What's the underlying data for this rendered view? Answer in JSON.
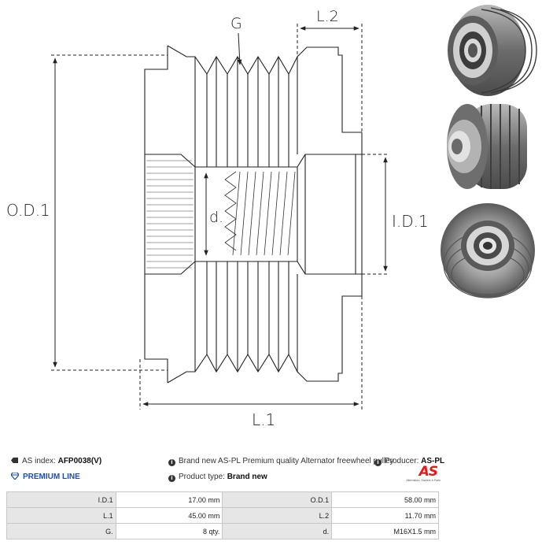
{
  "drawing": {
    "labels": {
      "g": "G",
      "l2": "L.2",
      "od1": "O.D.1",
      "id1": "I.D.1",
      "d": "d.",
      "l1": "L.1"
    }
  },
  "photos": {
    "count": 3,
    "views": [
      "front-view",
      "side-view",
      "back-view"
    ]
  },
  "info": {
    "as_index_label": "AS index:",
    "as_index_value": "AFP0038(V)",
    "premium_label": "PREMIUM LINE",
    "description": "Brand new AS-PL Premium quality Alternator freewheel pulley",
    "product_type_label": "Product type:",
    "product_type_value": "Brand new",
    "producer_label": "Producer:",
    "producer_value": "AS-PL",
    "logo_text": "AS",
    "logo_tagline": "Alternators, Starters & Parts",
    "icons": {
      "tag": "tag-icon",
      "premium": "diamond-icon",
      "info": "info-icon"
    },
    "accent_colors": {
      "premium": "#1e4fa8",
      "logo": "#e21a1a"
    }
  },
  "specs": [
    {
      "k1": "I.D.1",
      "v1": "17.00 mm",
      "k2": "O.D.1",
      "v2": "58.00 mm"
    },
    {
      "k1": "L.1",
      "v1": "45.00 mm",
      "k2": "L.2",
      "v2": "11.70 mm"
    },
    {
      "k1": "G.",
      "v1": "8 qty.",
      "k2": "d.",
      "v2": "M16X1.5 mm"
    }
  ]
}
